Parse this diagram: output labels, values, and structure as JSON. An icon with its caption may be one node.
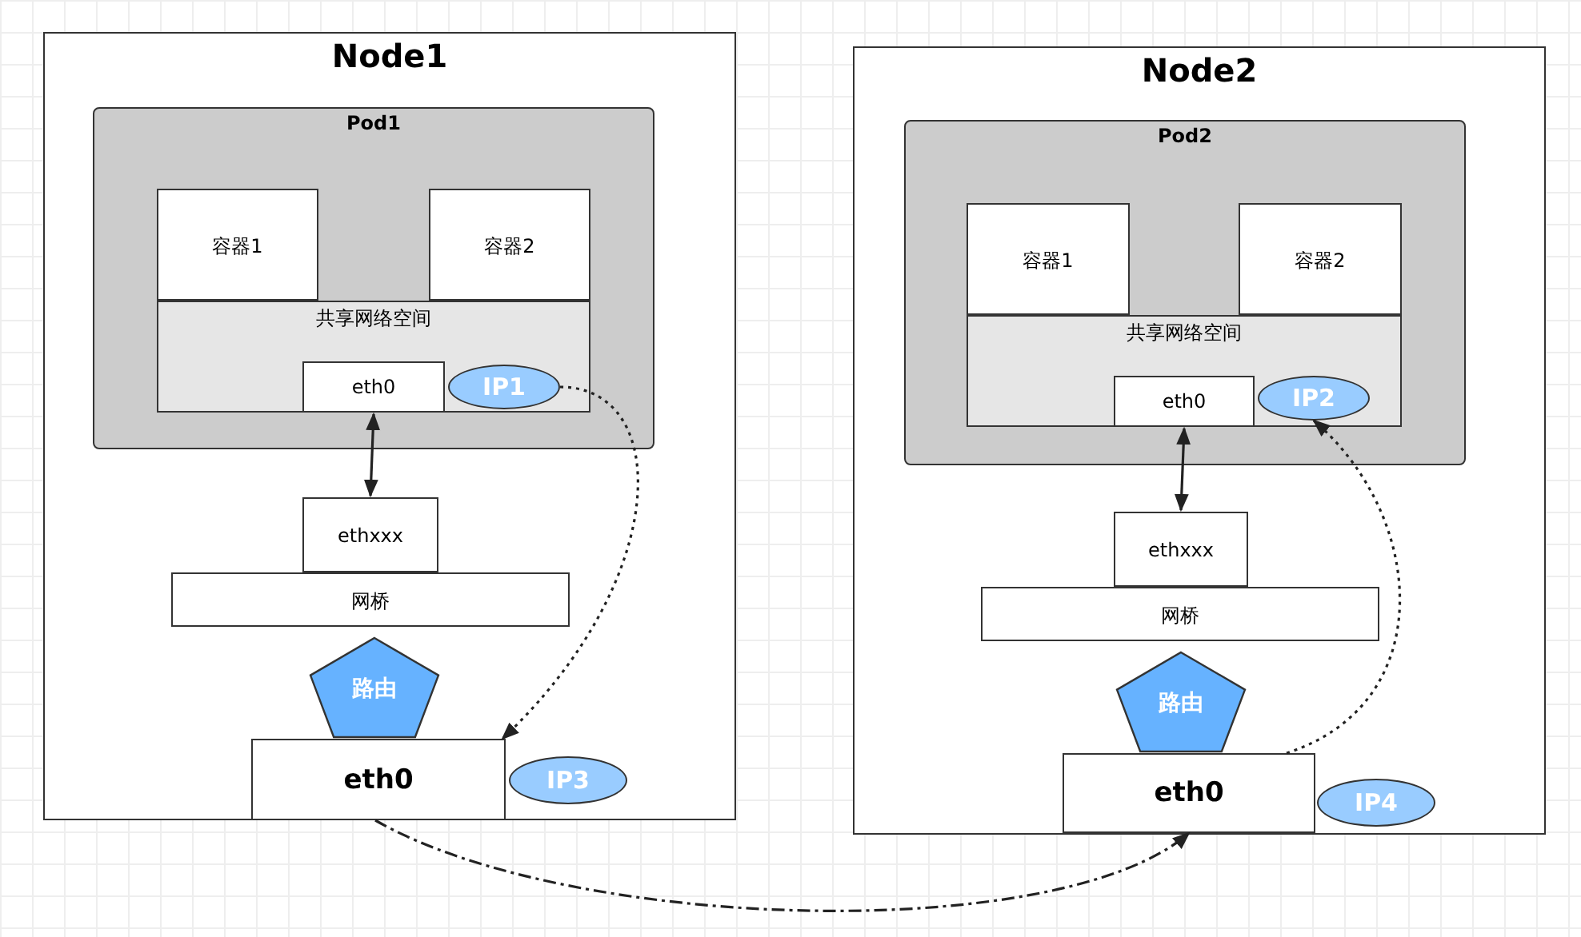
{
  "diagram": {
    "nodes": [
      {
        "text": [
          "Node1"
        ]
      },
      {
        "text": [
          "Pod1"
        ],
        "in": 0
      },
      {
        "text": [
          "容器1"
        ],
        "in": 1
      },
      {
        "text": [
          "容器2"
        ],
        "in": 1
      },
      {
        "text": [
          "共享网络空间"
        ],
        "in": 1
      },
      {
        "text": [
          "eth0"
        ],
        "in": 4
      },
      {
        "text": [
          "IP1"
        ],
        "in": 4
      },
      {
        "text": [
          "ethxxx"
        ],
        "in": 0
      },
      {
        "text": [
          "网桥"
        ],
        "in": 0
      },
      {
        "text": [
          "路由"
        ],
        "in": 0
      },
      {
        "text": [
          "eth0"
        ],
        "in": 0
      },
      {
        "text": [
          "IP3"
        ],
        "in": 0
      },
      {
        "text": [
          "Node2"
        ]
      },
      {
        "text": [
          "Pod2"
        ],
        "in": 12
      },
      {
        "text": [
          "容器1"
        ],
        "in": 13
      },
      {
        "text": [
          "容器2"
        ],
        "in": 13
      },
      {
        "text": [
          "共享网络空间"
        ],
        "in": 13
      },
      {
        "text": [
          "eth0"
        ],
        "in": 16
      },
      {
        "text": [
          "IP2"
        ],
        "in": 16
      },
      {
        "text": [
          "ethxxx"
        ],
        "in": 12
      },
      {
        "text": [
          "网桥"
        ],
        "in": 12
      },
      {
        "text": [
          "路由"
        ],
        "in": 12
      },
      {
        "text": [
          "eth0"
        ],
        "in": 12
      },
      {
        "text": [
          "IP4"
        ],
        "in": 12
      }
    ],
    "edges": [
      {
        "from": 5,
        "to": 7,
        "arrow": "both"
      },
      {
        "from": 6,
        "to": 10,
        "arrow": "to",
        "style": "dashed"
      },
      {
        "from": 17,
        "to": 19,
        "arrow": "both"
      },
      {
        "from": 22,
        "to": 18,
        "arrow": "to",
        "style": "dashed"
      },
      {
        "from": 10,
        "to": 22,
        "arrow": "to",
        "style": "dashed"
      }
    ]
  }
}
